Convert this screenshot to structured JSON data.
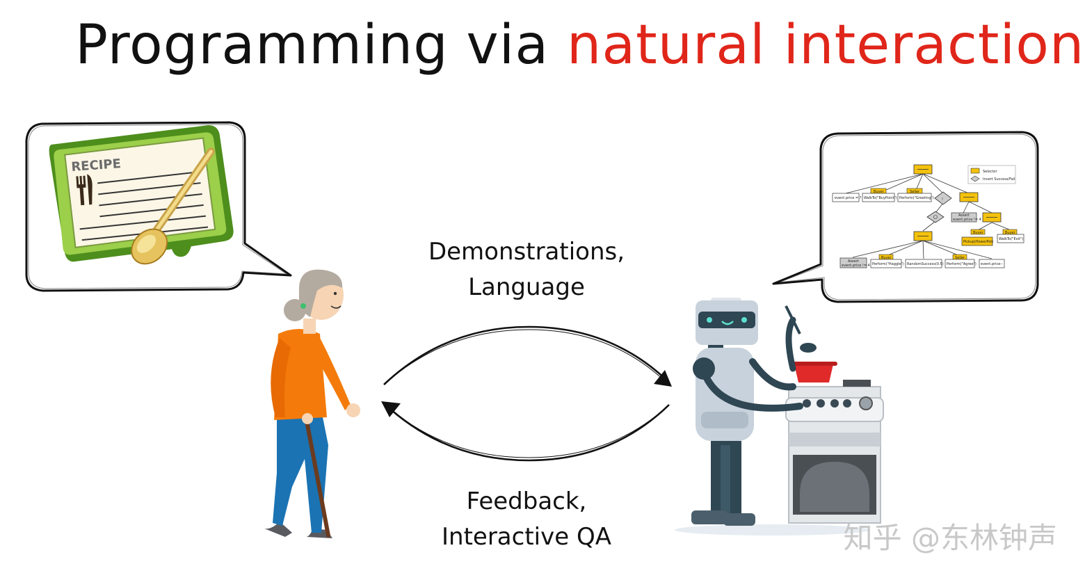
{
  "title": {
    "prefix": "Programming via",
    "highlight": "natural interactions",
    "highlight_color": "#e0261a"
  },
  "captions": {
    "top": [
      "Demonstrations,",
      "Language"
    ],
    "bottom": [
      "Feedback,",
      "Interactive QA"
    ]
  },
  "recipe_card": {
    "label": "RECIPE",
    "icons": [
      "fork-icon",
      "knife-icon",
      "spoon-icon"
    ]
  },
  "behavior_tree": {
    "legend": [
      "Selector",
      "Invert Success/Fail"
    ],
    "nodes": {
      "leaf_price": "event.price = ?",
      "buyer_tag_1": "Buyer",
      "walk_to": "WalkTo(\"BuyPoint\")",
      "seller_tag_1": "Seller",
      "perform_greeting": "Perform(\"Greeting\")",
      "assert_tag_1": "Assert",
      "assert_expr_1": "event.price != 4",
      "buyer_tag_2": "Buyer",
      "pickup": "Pickup(flowerPot)",
      "buyer_tag_3": "Buyer",
      "walk_exit": "WalkTo(\"Exit\")",
      "assert_tag_2": "Assert",
      "assert_expr_2": "event.price != 4",
      "buyer_tag_4": "Buyer",
      "perform_haggle": "Perform(\"Haggle\")",
      "random_success": "RandomSuccess(0.5)",
      "seller_tag_2": "Seller",
      "perform_agree": "Perform(\"Agree\")",
      "price_dec": "event.price--"
    }
  },
  "watermark": "知乎 @东林钟声",
  "colors": {
    "accent": "#e0261a",
    "tree_node": "#f4c20d",
    "shirt": "#f47b0b",
    "pants": "#1b73b3",
    "robot_body": "#c8d2dc",
    "robot_dark": "#2f4653",
    "pot": "#e02a2a"
  }
}
